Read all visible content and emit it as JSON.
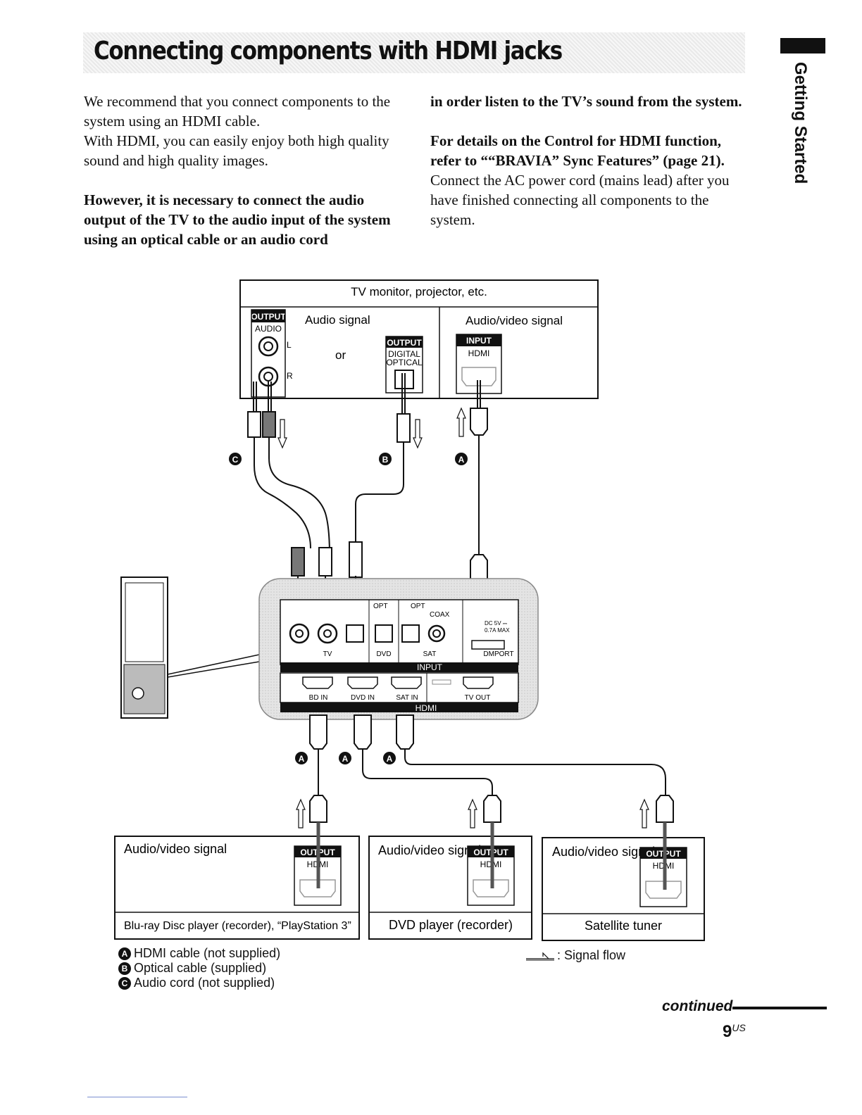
{
  "page": {
    "title": "Connecting components with HDMI jacks",
    "side_tab": "Getting Started",
    "left_column": {
      "p1": "We recommend that you connect components to the system using an HDMI cable.",
      "p2": "With HDMI, you can easily enjoy both high quality sound and high quality images.",
      "p3": "However, it is necessary to connect the audio output of the TV to the audio input of the system using an optical cable or an audio cord"
    },
    "right_column": {
      "p1": "in order listen to the TV’s sound from the system.",
      "p2": "For details on the Control for HDMI function, refer to ““BRAVIA” Sync Features” (page 21).",
      "p3": "Connect the AC power cord (mains lead) after you have finished connecting all components to the system."
    },
    "continued": "continued",
    "page_number": "9",
    "page_suffix": "US"
  },
  "diagram": {
    "tv_box_title": "TV monitor, projector, etc.",
    "tv_audio_label": "Audio signal",
    "tv_av_label": "Audio/video signal",
    "output_tag": "OUTPUT",
    "input_tag": "INPUT",
    "audio_jack_label": "AUDIO",
    "left_label": "L",
    "right_label": "R",
    "or_label": "or",
    "digital_label": "DIGITAL",
    "optical_label": "OPTICAL",
    "hdmi_label": "HDMI",
    "panel": {
      "opt1": "OPT",
      "opt2": "OPT",
      "coax": "COAX",
      "dc": "DC 5V ⎓",
      "dc2": "0.7A MAX",
      "tv": "TV",
      "dvd": "DVD",
      "sat": "SAT",
      "dmport": "DMPORT",
      "input_band": "INPUT",
      "bd_in": "BD IN",
      "dvd_in": "DVD IN",
      "sat_in": "SAT IN",
      "tv_out": "TV OUT",
      "hdmi_band": "HDMI"
    },
    "cable_labels": {
      "a": "A",
      "b": "B",
      "c": "C"
    },
    "devices": [
      {
        "signal": "Audio/video signal",
        "name": "Blu-ray Disc player (recorder), “PlayStation 3”"
      },
      {
        "signal": "Audio/video signal",
        "name": "DVD player (recorder)"
      },
      {
        "signal": "Audio/video signal",
        "name": "Satellite tuner"
      }
    ],
    "legend": [
      {
        "badge": "A",
        "text": "HDMI cable (not supplied)"
      },
      {
        "badge": "B",
        "text": "Optical cable (supplied)"
      },
      {
        "badge": "C",
        "text": "Audio cord (not supplied)"
      }
    ],
    "signal_flow": ": Signal flow"
  }
}
